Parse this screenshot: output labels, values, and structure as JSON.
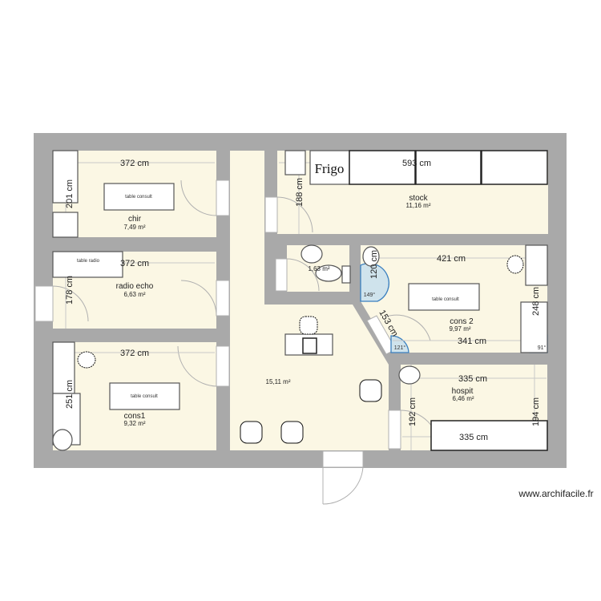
{
  "plan": {
    "rooms": [
      {
        "id": "chir",
        "name": "chir",
        "area": "7,49 m²",
        "width_dim": "372 cm",
        "height_dim": "201 cm",
        "furniture": [
          "table consult"
        ]
      },
      {
        "id": "radio-echo",
        "name": "radio echo",
        "area": "6,63 m²",
        "width_dim": "372 cm",
        "height_dim": "178 cm",
        "furniture": [
          "table radio"
        ]
      },
      {
        "id": "cons1",
        "name": "cons1",
        "area": "9,32 m²",
        "width_dim": "372 cm",
        "height_dim": "251 cm",
        "furniture": [
          "table consult"
        ]
      },
      {
        "id": "stock",
        "name": "stock",
        "area": "11,16 m²",
        "width_dim": "593 cm",
        "height_dim": "188 cm",
        "furniture": [
          "Frigo"
        ]
      },
      {
        "id": "wc",
        "name": "",
        "area": "1,63 m²"
      },
      {
        "id": "cons2",
        "name": "cons 2",
        "area": "9,97 m²",
        "width_dim": "421 cm",
        "bottom_dim": "341 cm",
        "left_dim": "120 cm",
        "diag_dim": "153 cm",
        "right_dim": "248 cm",
        "angles": [
          "149°",
          "121°",
          "91°"
        ],
        "furniture": [
          "table consult"
        ]
      },
      {
        "id": "hospit",
        "name": "hospit",
        "area": "6,46 m²",
        "width_dim": "335 cm",
        "bottom_dim": "335 cm",
        "left_dim": "192 cm",
        "right_dim": "194 cm"
      },
      {
        "id": "hall",
        "name": "",
        "area": "15,11 m²"
      }
    ],
    "labels": {
      "chir_name": "chir",
      "chir_area": "7,49 m²",
      "chir_w": "372 cm",
      "chir_h": "201 cm",
      "chir_table": "table consult",
      "radio_name": "radio echo",
      "radio_area": "6,63 m²",
      "radio_w": "372 cm",
      "radio_h": "178 cm",
      "radio_table": "table radio",
      "cons1_name": "cons1",
      "cons1_area": "9,32 m²",
      "cons1_w": "372 cm",
      "cons1_h": "251 cm",
      "cons1_table": "table consult",
      "stock_name": "stock",
      "stock_area": "11,16 m²",
      "stock_w": "593 cm",
      "stock_h": "188 cm",
      "frigo": "Frigo",
      "wc_area": "1,63 m²",
      "cons2_name": "cons 2",
      "cons2_area": "9,97 m²",
      "cons2_w": "421 cm",
      "cons2_b": "341 cm",
      "cons2_l": "120 cm",
      "cons2_d": "153 cm",
      "cons2_r": "248 cm",
      "cons2_table": "table consult",
      "ang1": "149°",
      "ang2": "121°",
      "ang3": "91°",
      "hospit_name": "hospit",
      "hospit_area": "6,46 m²",
      "hospit_w": "335 cm",
      "hospit_b": "335 cm",
      "hospit_l": "192 cm",
      "hospit_r": "194 cm",
      "hall_area": "15,11 m²"
    },
    "watermark": "www.archifacile.fr",
    "colors": {
      "wall": "#a9a9a9",
      "floor": "#fbf7e4",
      "angle_fill": "#cfe3ec",
      "angle_stroke": "#3a7fbf"
    }
  }
}
